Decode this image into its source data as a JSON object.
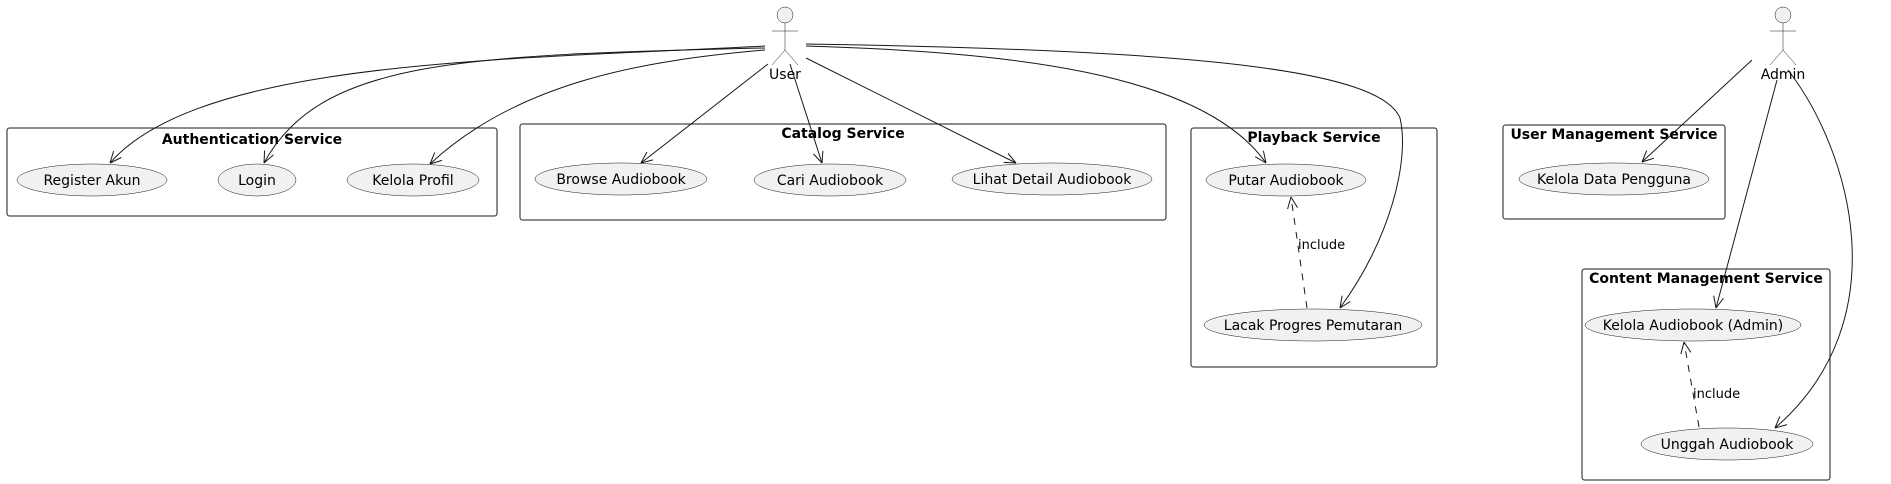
{
  "actors": {
    "user": "User",
    "admin": "Admin"
  },
  "packages": {
    "auth": {
      "title": "Authentication Service",
      "use_cases": [
        "Register Akun",
        "Login",
        "Kelola Profil"
      ]
    },
    "catalog": {
      "title": "Catalog Service",
      "use_cases": [
        "Browse Audiobook",
        "Cari Audiobook",
        "Lihat Detail Audiobook"
      ]
    },
    "playback": {
      "title": "Playback Service",
      "use_cases": [
        "Putar Audiobook",
        "Lacak Progres Pemutaran"
      ]
    },
    "user_mgmt": {
      "title": "User Management Service",
      "use_cases": [
        "Kelola Data Pengguna"
      ]
    },
    "content_mgmt": {
      "title": "Content Management Service",
      "use_cases": [
        "Kelola Audiobook (Admin)",
        "Unggah Audiobook"
      ]
    }
  },
  "relations": {
    "playback_include": "include",
    "content_include": "include"
  }
}
